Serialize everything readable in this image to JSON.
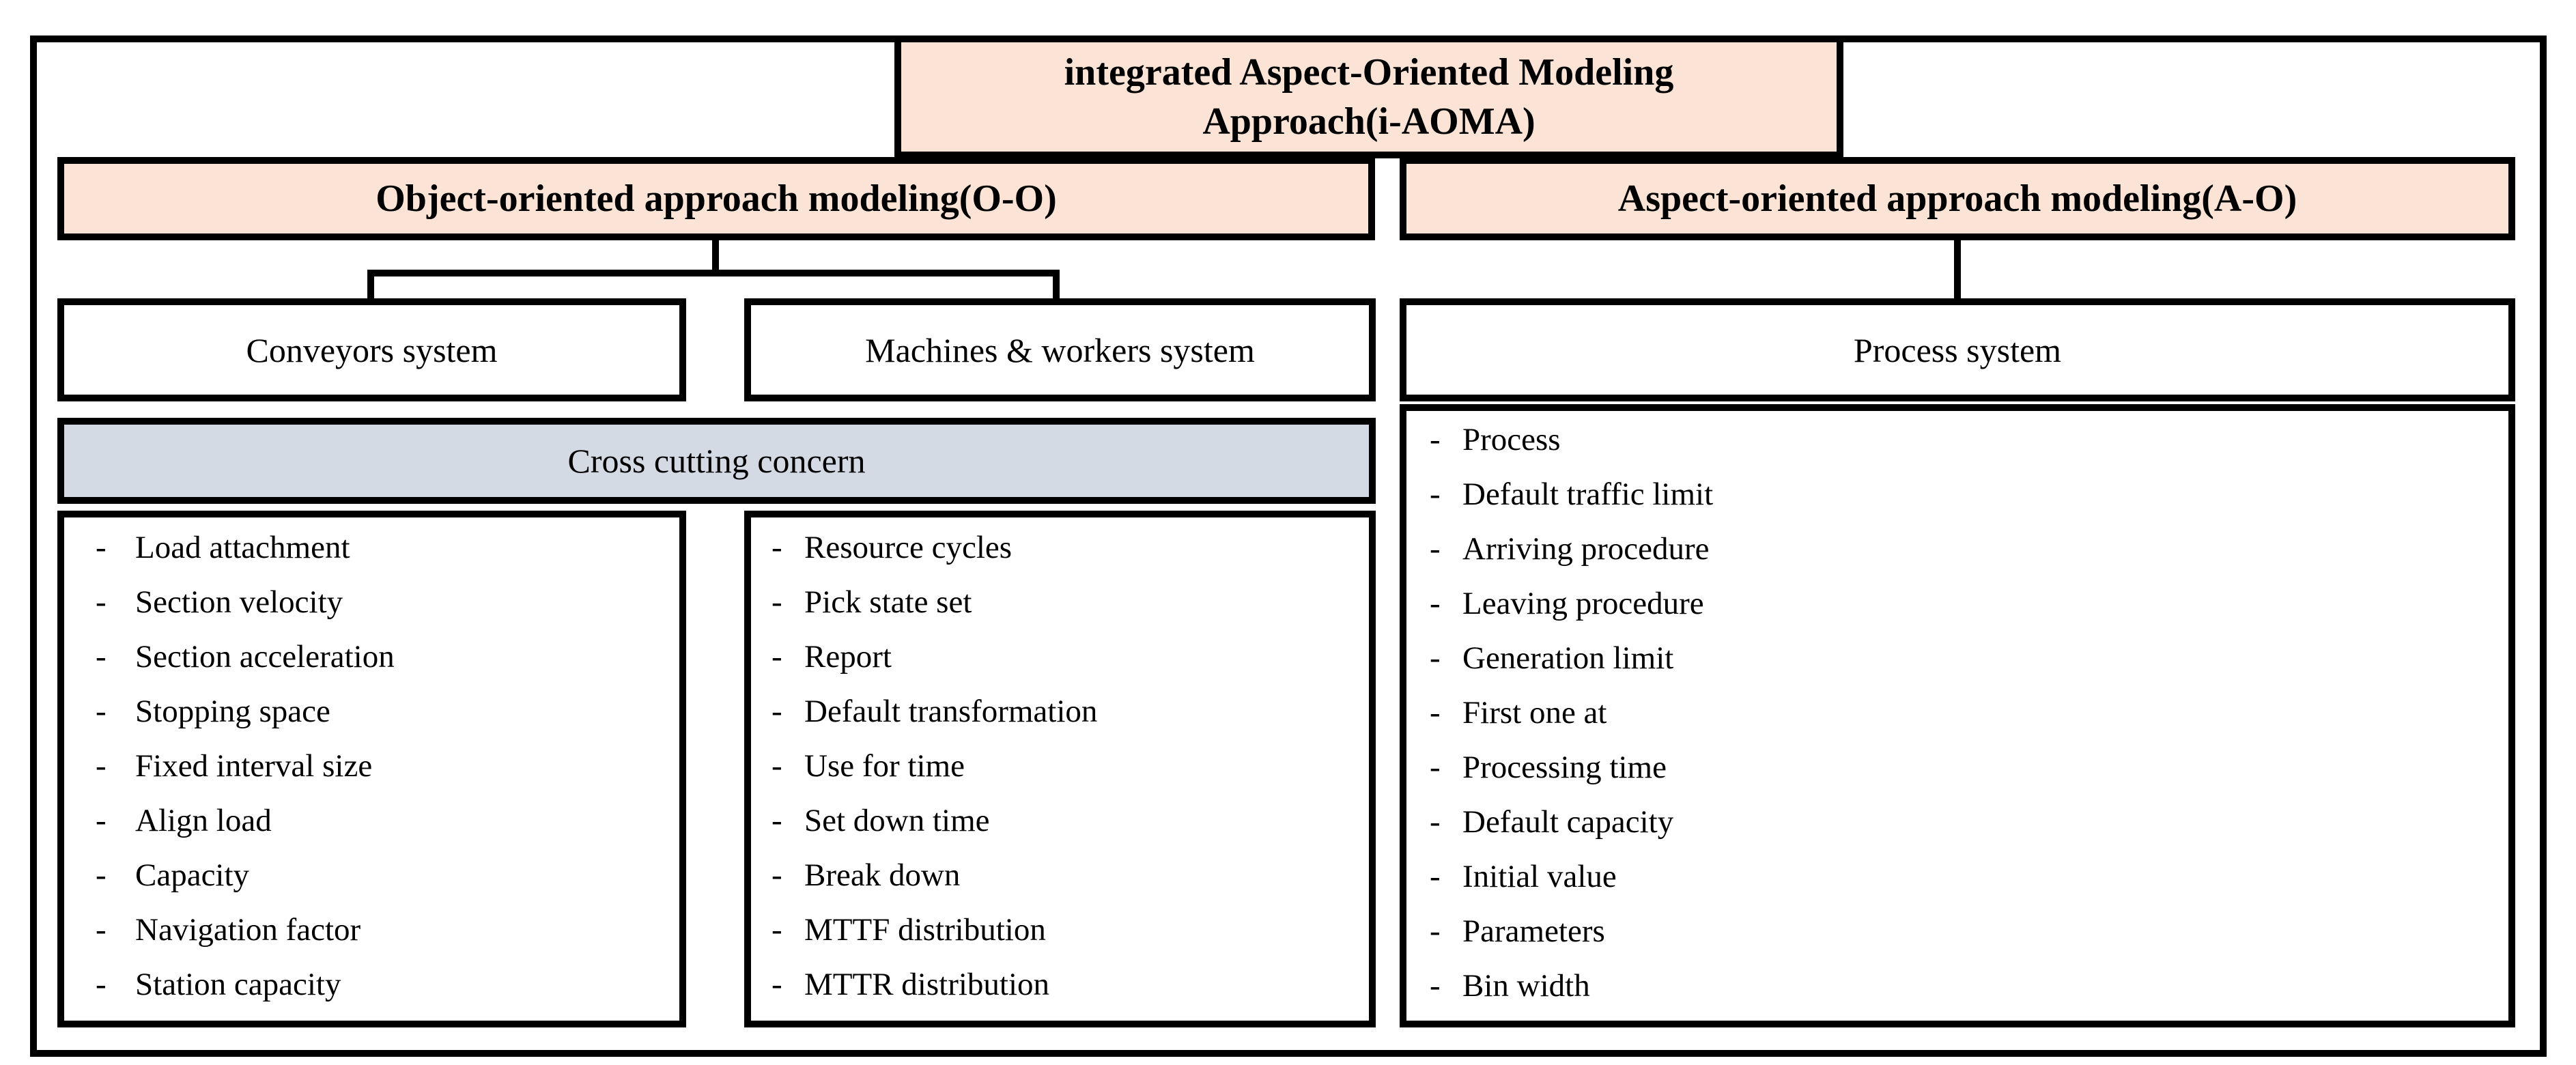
{
  "diagram": {
    "title": {
      "lines": [
        "integrated Aspect-Oriented Modeling",
        "Approach(i-AOMA)"
      ]
    },
    "branches": {
      "object_oriented": "Object-oriented approach modeling(O-O)",
      "aspect_oriented": "Aspect-oriented approach modeling(A-O)"
    },
    "cross_cutting": "Cross cutting concern",
    "bullet": "-",
    "columns": [
      {
        "id": "conveyors",
        "header": "Conveyors system",
        "items": [
          "Load attachment",
          "Section velocity",
          "Section acceleration",
          "Stopping space",
          "Fixed interval size",
          "Align load",
          "Capacity",
          "Navigation factor",
          "Station capacity"
        ]
      },
      {
        "id": "machines",
        "header": "Machines & workers system",
        "items": [
          "Resource cycles",
          "Pick state set",
          "Report",
          "Default transformation",
          "Use for time",
          "Set down time",
          "Break down",
          "MTTF distribution",
          "MTTR distribution"
        ]
      },
      {
        "id": "process",
        "header": "Process system",
        "items": [
          "Process",
          "Default traffic limit",
          "Arriving procedure",
          "Leaving procedure",
          "Generation limit",
          "First one at",
          "Processing time",
          "Default capacity",
          "Initial value",
          "Parameters",
          "Bin width"
        ]
      }
    ],
    "colors": {
      "header_fill": "#fbe3d5",
      "crosscut_fill": "#d3dae3",
      "border": "#000000"
    }
  }
}
